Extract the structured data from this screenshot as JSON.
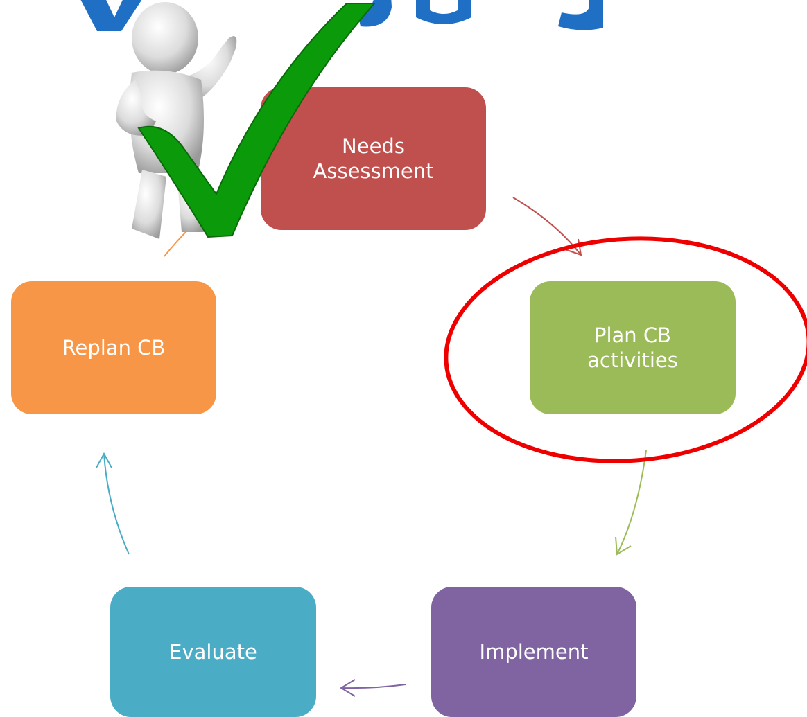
{
  "diagram": {
    "nodes": [
      {
        "id": "needs",
        "label": "Needs\nAssessment",
        "color": "#c0504d"
      },
      {
        "id": "plan",
        "label": "Plan CB\nactivities",
        "color": "#9bbb59"
      },
      {
        "id": "implement",
        "label": "Implement",
        "color": "#8064a2"
      },
      {
        "id": "evaluate",
        "label": "Evaluate",
        "color": "#4bacc6"
      },
      {
        "id": "replan",
        "label": "Replan CB",
        "color": "#f79646"
      }
    ],
    "arrows": [
      {
        "from": "needs",
        "to": "plan",
        "color": "#c0504d"
      },
      {
        "from": "plan",
        "to": "implement",
        "color": "#9bbb59"
      },
      {
        "from": "implement",
        "to": "evaluate",
        "color": "#8064a2"
      },
      {
        "from": "evaluate",
        "to": "replan",
        "color": "#4bacc6"
      },
      {
        "from": "replan",
        "to": "needs",
        "color": "#f79646"
      }
    ],
    "highlight": {
      "target": "plan",
      "shape": "ellipse",
      "color": "#ee0000"
    },
    "checkmark_color": "#0a9a0a",
    "title_color": "#1f6fc5"
  }
}
